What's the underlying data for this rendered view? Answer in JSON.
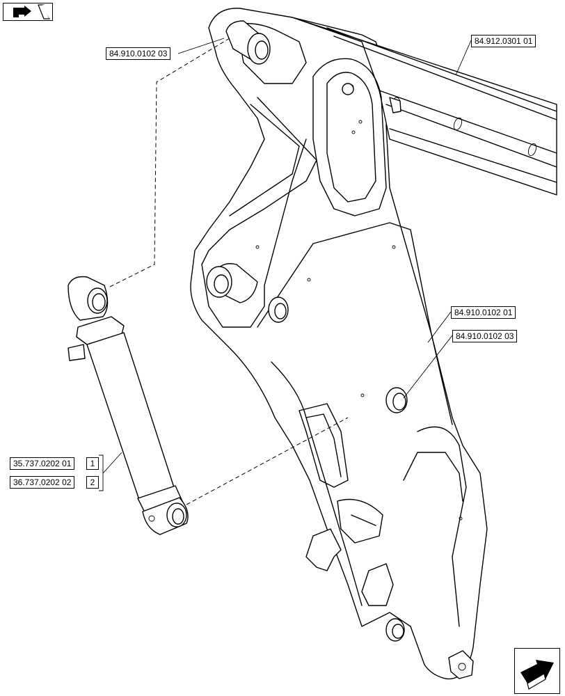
{
  "labels": {
    "pin_top_left": "84.910.0102 03",
    "arm_top_right": "84.912.0301 01",
    "bushing_mid": "84.910.0102 01",
    "bushing_lower": "84.910.0102 03",
    "cylinder_1": "35.737.0202 01",
    "cylinder_2": "36.737.0202 02",
    "ref_1": "1",
    "ref_2": "2"
  },
  "icons": {
    "top_left": "back-arrow-icon",
    "bottom_right": "next-page-arrow-icon"
  }
}
